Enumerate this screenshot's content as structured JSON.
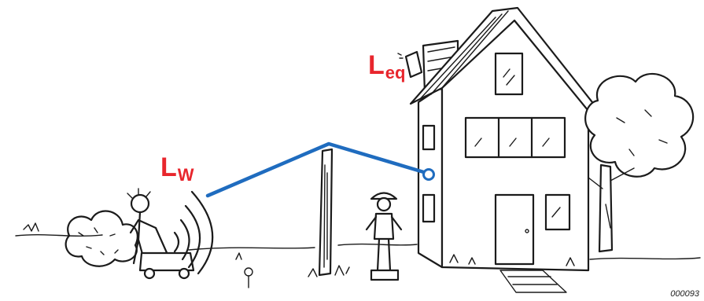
{
  "labels": {
    "sound_power": {
      "main": "L",
      "sub": "W"
    },
    "sound_level": {
      "main": "L",
      "sub": "eq"
    }
  },
  "reference_code": "000093",
  "colors": {
    "label_red": "#e8262d",
    "path_blue": "#1f6cbf",
    "ink": "#1b1b1b"
  },
  "icons": [
    "lawnmower",
    "sound-waves",
    "fence-post",
    "person-gardener",
    "house",
    "tree",
    "microphone"
  ]
}
